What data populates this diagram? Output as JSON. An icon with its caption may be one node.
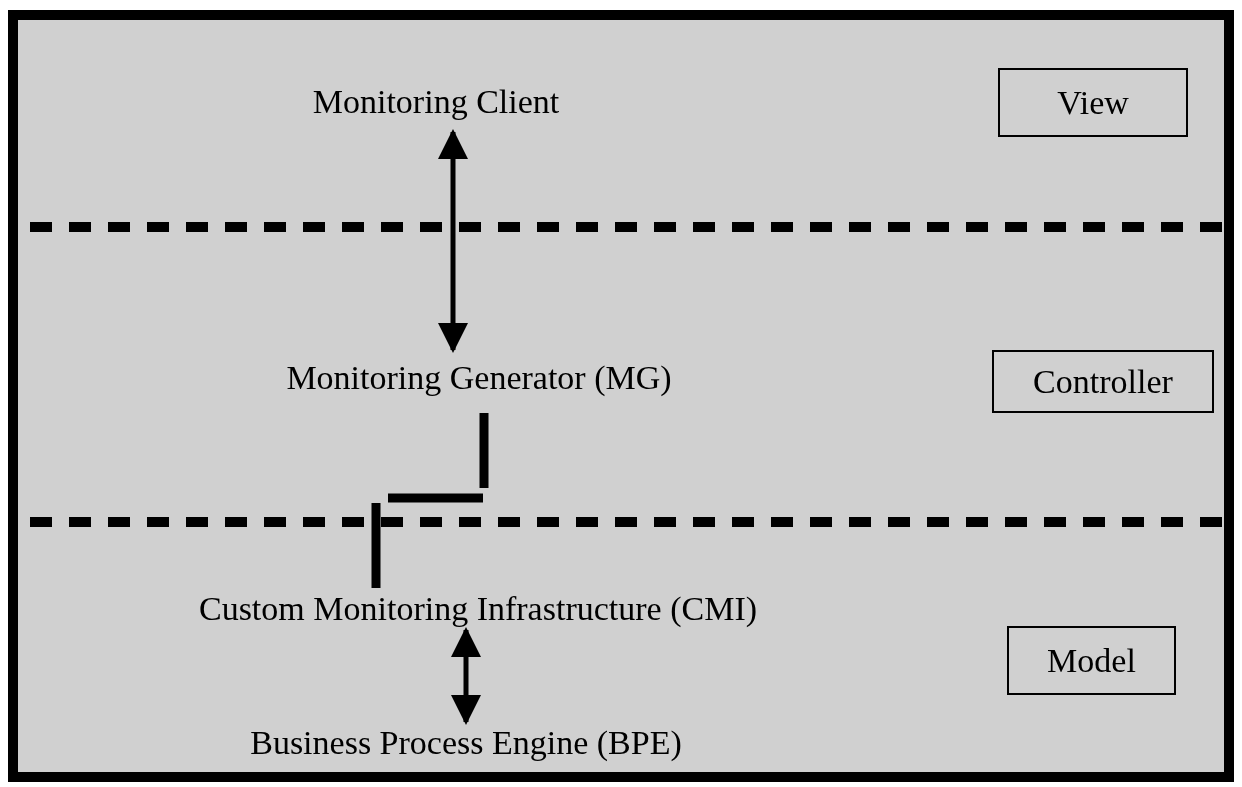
{
  "diagram": {
    "nodes": [
      {
        "text": [
          "Monitoring Client"
        ]
      },
      {
        "text": [
          "Monitoring Generator (MG)"
        ]
      },
      {
        "text": [
          "Custom Monitoring Infrastructure (CMI)"
        ]
      },
      {
        "text": [
          "Business Process Engine (BPE)"
        ]
      },
      {
        "text": [
          "View"
        ]
      },
      {
        "text": [
          "Controller"
        ]
      },
      {
        "text": [
          "Model"
        ]
      }
    ],
    "edges": [
      {
        "from": 0,
        "to": 1,
        "arrow": "both"
      },
      {
        "from": 1,
        "to": 2,
        "arrow": "none",
        "style": "thick"
      },
      {
        "from": 2,
        "to": 3,
        "arrow": "both"
      }
    ]
  }
}
